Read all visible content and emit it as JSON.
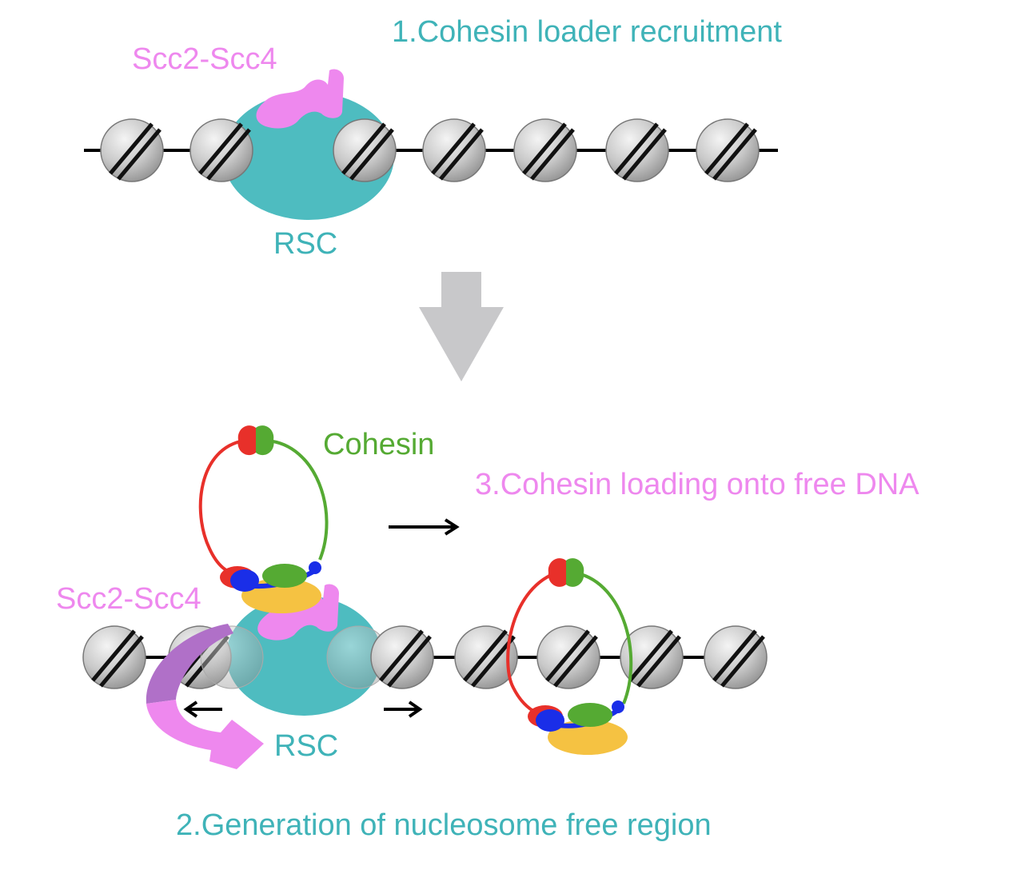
{
  "steps": {
    "step1": "1.Cohesin loader recruitment",
    "step2": "2.Generation of nucleosome free region",
    "step3": "3.Cohesin loading onto free DNA"
  },
  "labels": {
    "scc_top": "Scc2-Scc4",
    "rsc_top": "RSC",
    "scc_bottom": "Scc2-Scc4",
    "rsc_bottom": "RSC",
    "cohesin": "Cohesin"
  },
  "colors": {
    "teal_text": "#3fb3b8",
    "rsc_fill": "#4ebcc0",
    "pink": "#ee88ee",
    "cohesin_green": "#55aa33",
    "cohesin_red": "#e8302a",
    "cohesin_blue": "#1a2ee8",
    "kleisin_yellow": "#f5c242",
    "arrow_gray": "#c8c8ca",
    "purple_arrow": "#b070c8"
  }
}
